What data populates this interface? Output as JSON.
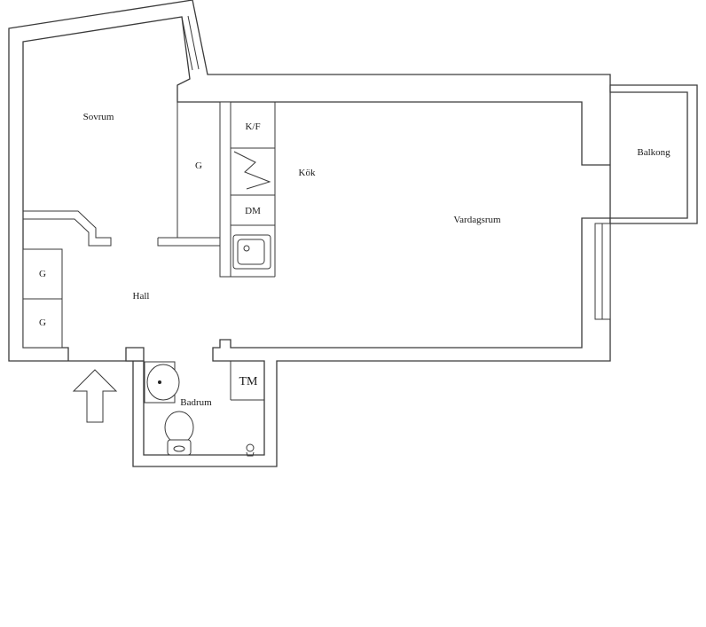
{
  "rooms": {
    "sovrum": "Sovrum",
    "kok": "Kök",
    "vardagsrum": "Vardagsrum",
    "balkong": "Balkong",
    "hall": "Hall",
    "badrum": "Badrum"
  },
  "fixtures": {
    "closet_upper": "G",
    "closet_hall_top": "G",
    "closet_hall_bottom": "G",
    "fridge_freezer": "K/F",
    "dishwasher": "DM",
    "washing_machine": "TM"
  },
  "icons": {
    "entrance": "entrance-arrow-icon"
  }
}
